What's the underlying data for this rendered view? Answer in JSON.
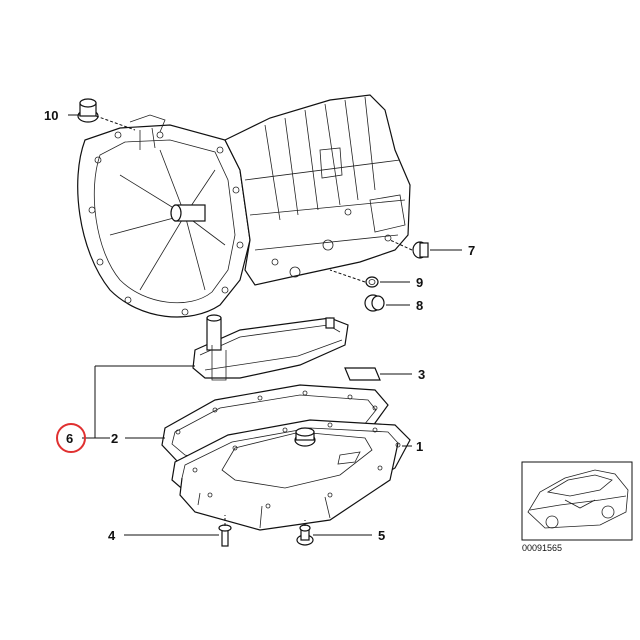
{
  "diagram": {
    "callouts": [
      {
        "id": "10",
        "text": "10"
      },
      {
        "id": "7",
        "text": "7"
      },
      {
        "id": "9",
        "text": "9"
      },
      {
        "id": "8",
        "text": "8"
      },
      {
        "id": "3",
        "text": "3"
      },
      {
        "id": "6",
        "text": "6"
      },
      {
        "id": "2",
        "text": "2"
      },
      {
        "id": "1",
        "text": "1"
      },
      {
        "id": "4",
        "text": "4"
      },
      {
        "id": "5",
        "text": "5"
      }
    ],
    "highlight_color": "#e03030",
    "reference_code": "00091565"
  }
}
